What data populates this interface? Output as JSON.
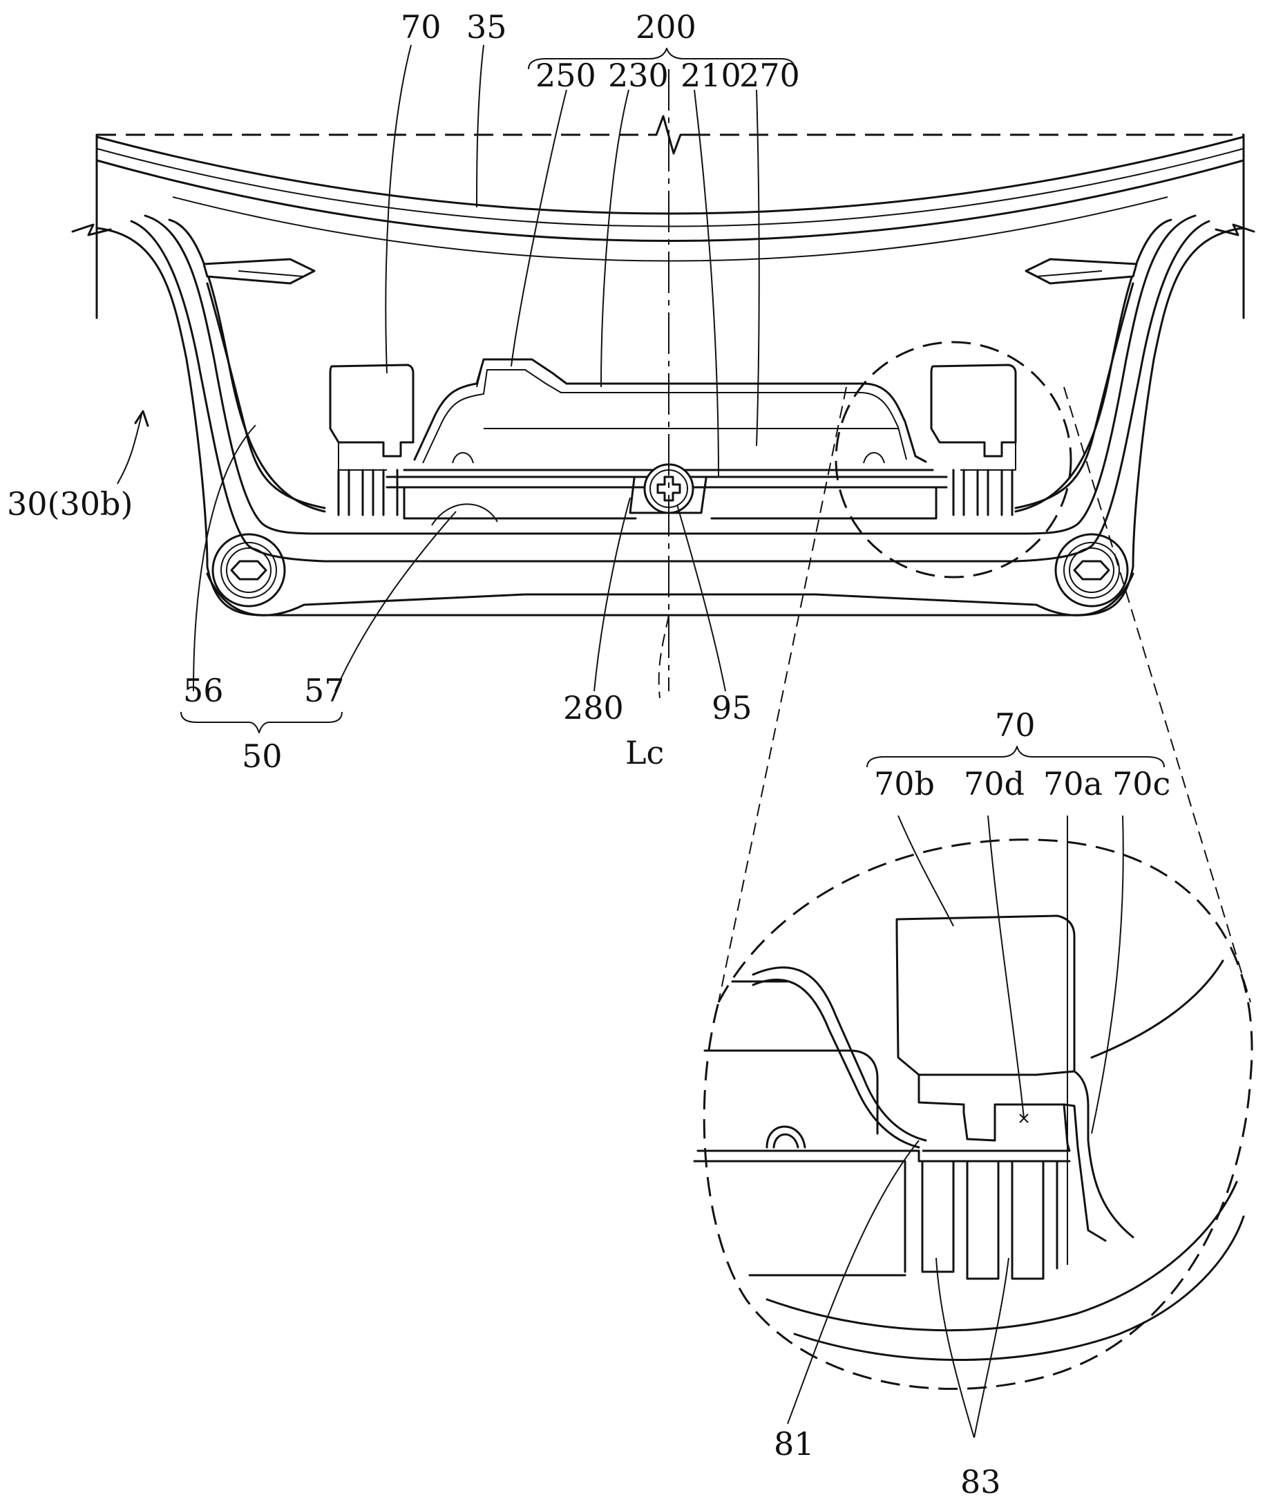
{
  "labels": {
    "l70_top": "70",
    "l35": "35",
    "l200": "200",
    "l250": "250",
    "l230": "230",
    "l210": "210",
    "l270": "270",
    "l30": "30(30b)",
    "l56": "56",
    "l57": "57",
    "l50": "50",
    "l280": "280",
    "l95": "95",
    "lLc": "Lc",
    "l70_detail": "70",
    "l70b": "70b",
    "l70d": "70d",
    "l70a": "70a",
    "l70c": "70c",
    "l81": "81",
    "l83": "83"
  },
  "colors": {
    "line": "#111111",
    "background": "#ffffff"
  }
}
